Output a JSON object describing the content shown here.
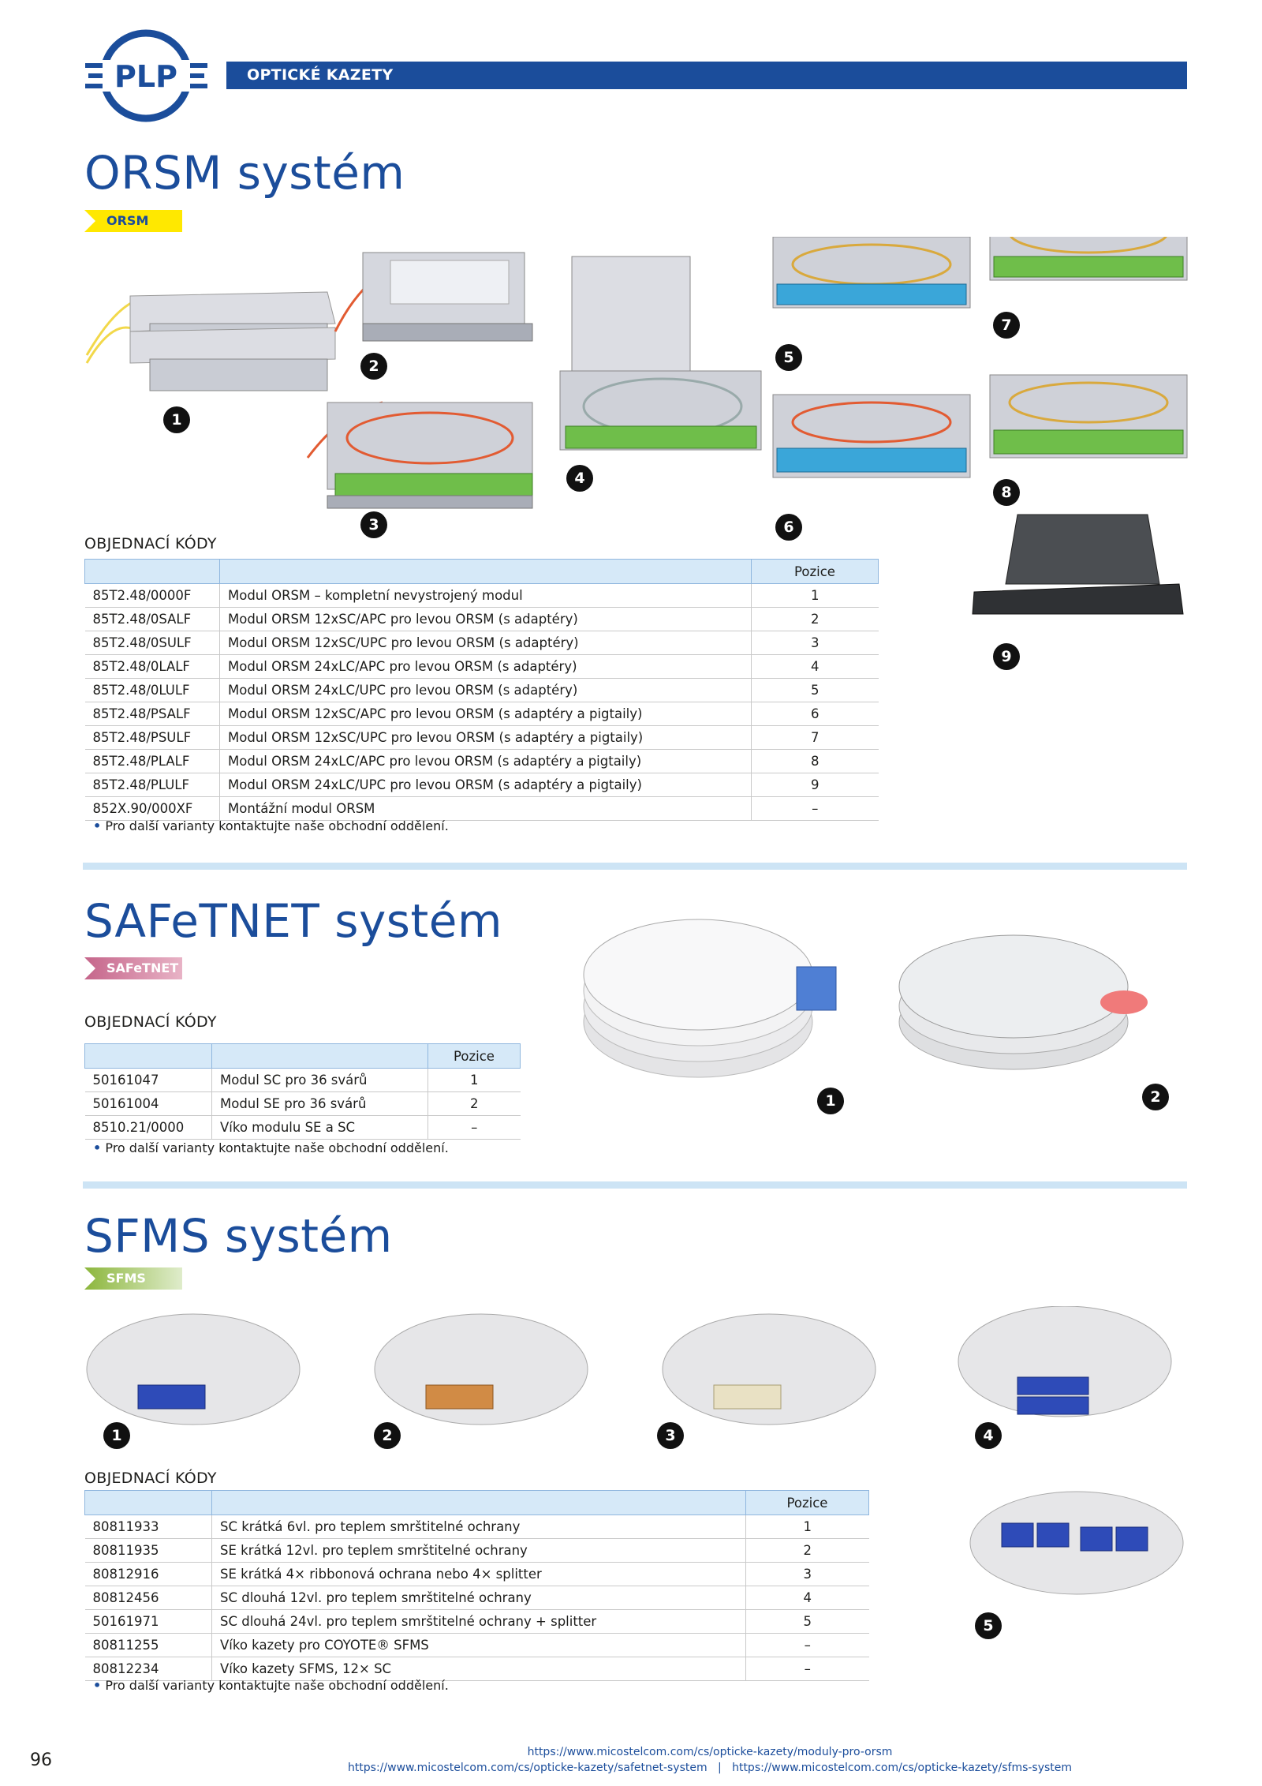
{
  "header": {
    "logo_text": "PLP",
    "section": "OPTICKÉ KAZETY"
  },
  "orsm": {
    "title": "ORSM systém",
    "tag": "ORSM",
    "codes_label": "OBJEDNACÍ KÓDY",
    "col_pos": "Pozice",
    "rows": [
      {
        "code": "85T2.48/0000F",
        "desc": "Modul ORSM – kompletní nevystrojený modul",
        "pos": "1"
      },
      {
        "code": "85T2.48/0SALF",
        "desc": "Modul ORSM 12xSC/APC pro levou ORSM (s adaptéry)",
        "pos": "2"
      },
      {
        "code": "85T2.48/0SULF",
        "desc": "Modul ORSM 12xSC/UPC pro levou ORSM (s adaptéry)",
        "pos": "3"
      },
      {
        "code": "85T2.48/0LALF",
        "desc": "Modul ORSM 24xLC/APC pro levou ORSM (s adaptéry)",
        "pos": "4"
      },
      {
        "code": "85T2.48/0LULF",
        "desc": "Modul ORSM 24xLC/UPC pro levou ORSM (s adaptéry)",
        "pos": "5"
      },
      {
        "code": "85T2.48/PSALF",
        "desc": "Modul ORSM 12xSC/APC pro levou ORSM (s adaptéry a pigtaily)",
        "pos": "6"
      },
      {
        "code": "85T2.48/PSULF",
        "desc": "Modul ORSM 12xSC/UPC pro levou ORSM (s adaptéry a pigtaily)",
        "pos": "7"
      },
      {
        "code": "85T2.48/PLALF",
        "desc": "Modul ORSM 24xLC/APC pro levou ORSM (s adaptéry a pigtaily)",
        "pos": "8"
      },
      {
        "code": "85T2.48/PLULF",
        "desc": "Modul ORSM 24xLC/UPC pro levou ORSM (s adaptéry a pigtaily)",
        "pos": "9"
      },
      {
        "code": "852X.90/000XF",
        "desc": "Montážní modul ORSM",
        "pos": "–"
      }
    ],
    "note": "Pro další varianty kontaktujte naše obchodní oddělení.",
    "badges": [
      "1",
      "2",
      "3",
      "4",
      "5",
      "6",
      "7",
      "8",
      "9"
    ]
  },
  "safetnet": {
    "title": "SAFeTNET systém",
    "tag": "SAFeTNET",
    "codes_label": "OBJEDNACÍ KÓDY",
    "col_pos": "Pozice",
    "rows": [
      {
        "code": "50161047",
        "desc": "Modul SC pro 36 svárů",
        "pos": "1"
      },
      {
        "code": "50161004",
        "desc": "Modul SE pro 36 svárů",
        "pos": "2"
      },
      {
        "code": "8510.21/0000",
        "desc": "Víko modulu SE a SC",
        "pos": "–"
      }
    ],
    "note": "Pro další varianty kontaktujte naše obchodní oddělení.",
    "badges": [
      "1",
      "2"
    ]
  },
  "sfms": {
    "title": "SFMS systém",
    "tag": "SFMS",
    "codes_label": "OBJEDNACÍ KÓDY",
    "col_pos": "Pozice",
    "rows": [
      {
        "code": "80811933",
        "desc": "SC krátká 6vl. pro teplem smrštitelné ochrany",
        "pos": "1"
      },
      {
        "code": "80811935",
        "desc": "SE krátká 12vl. pro teplem smrštitelné ochrany",
        "pos": "2"
      },
      {
        "code": "80812916",
        "desc": "SE krátká 4× ribbonová ochrana nebo 4× splitter",
        "pos": "3"
      },
      {
        "code": "80812456",
        "desc": "SC dlouhá 12vl. pro teplem smrštitelné ochrany",
        "pos": "4"
      },
      {
        "code": "50161971",
        "desc": "SC dlouhá 24vl. pro teplem smrštitelné ochrany + splitter",
        "pos": "5"
      },
      {
        "code": "80811255",
        "desc": "Víko kazety pro COYOTE® SFMS",
        "pos": "–"
      },
      {
        "code": "80812234",
        "desc": "Víko kazety SFMS, 12× SC",
        "pos": "–"
      }
    ],
    "note": "Pro další varianty kontaktujte naše obchodní oddělení.",
    "badges": [
      "1",
      "2",
      "3",
      "4",
      "5"
    ]
  },
  "footer": {
    "page": "96",
    "url1": "https://www.micostelcom.com/cs/opticke-kazety/moduly-pro-orsm",
    "url2": "https://www.micostelcom.com/cs/opticke-kazety/safetnet-system",
    "divider": "|",
    "url3": "https://www.micostelcom.com/cs/opticke-kazety/sfms-system"
  },
  "colors": {
    "brand_blue": "#1b4d9b",
    "orsm_tag": "#ffe800",
    "safetnet_tag": "#c5658a",
    "sfms_tag": "#8cb63c",
    "table_head": "#d6e9f8",
    "separator": "#cde4f5"
  }
}
